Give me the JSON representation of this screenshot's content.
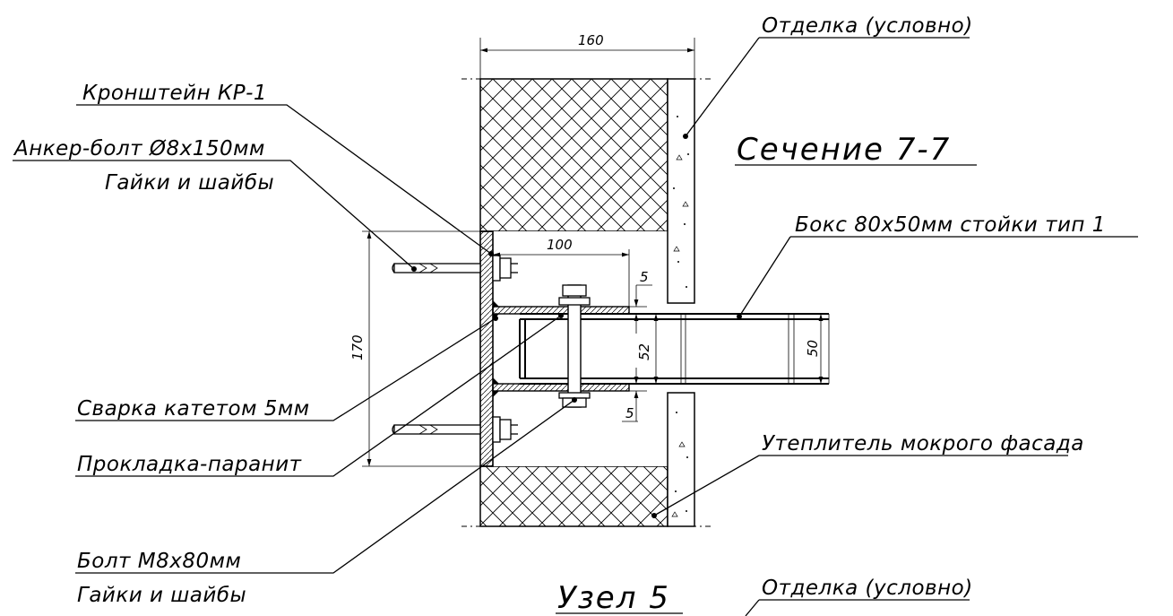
{
  "labels": {
    "finish_top": "Отделка (условно)",
    "bracket": "Кронштейн КР-1",
    "anchor_bolt": "Анкер-болт Ø8х150мм",
    "nuts_washers_1": "Гайки и шайбы",
    "section": "Сечение 7-7",
    "box": "Бокс 80х50мм стойки тип 1",
    "weld": "Сварка катетом 5мм",
    "gasket": "Прокладка-паранит",
    "insulation": "Утеплитель мокрого фасада",
    "bolt": "Болт М8х80мм",
    "nuts_washers_2": "Гайки и шайбы",
    "node": "Узел 5",
    "finish_bottom": "Отделка (условно)"
  },
  "dimensions": {
    "d160": "160",
    "d100": "100",
    "d5_top": "5",
    "d52": "52",
    "d50": "50",
    "d170": "170",
    "d5_bottom": "5"
  }
}
